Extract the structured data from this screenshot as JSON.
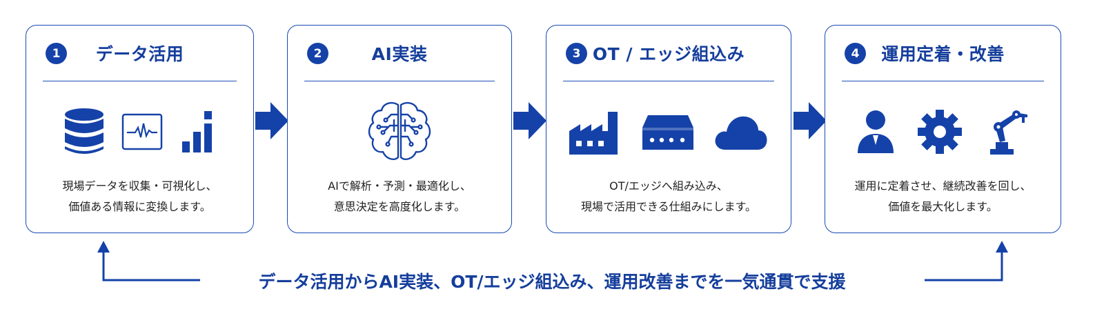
{
  "steps": [
    {
      "number": "1",
      "title": "データ活用",
      "icons": [
        "database-icon",
        "heartbeat-monitor-icon",
        "bar-chart-icon"
      ],
      "desc_line1": "現場データを収集・可視化し、",
      "desc_line2": "価値ある情報に変換します。"
    },
    {
      "number": "2",
      "title": "AI実装",
      "icons": [
        "brain-icon"
      ],
      "desc_line1": "AIで解析・予測・最適化し、",
      "desc_line2": "意思決定を高度化します。"
    },
    {
      "number": "3",
      "title": "OT / エッジ組込み",
      "icons": [
        "factory-icon",
        "edge-device-icon",
        "cloud-icon"
      ],
      "desc_line1": "OT/エッジへ組み込み、",
      "desc_line2": "現場で活用できる仕組みにします。"
    },
    {
      "number": "4",
      "title": "運用定着・改善",
      "icons": [
        "person-icon",
        "gear-icon",
        "robot-arm-icon"
      ],
      "desc_line1": "運用に定着させ、継続改善を回し、",
      "desc_line2": "価値を最大化します。"
    }
  ],
  "footer": {
    "text": "データ活用からAI実装、OT/エッジ組込み、運用改善までを一気通貫で支援"
  },
  "colors": {
    "primary": "#1542a8",
    "border": "#1749b3",
    "text": "#222222"
  }
}
